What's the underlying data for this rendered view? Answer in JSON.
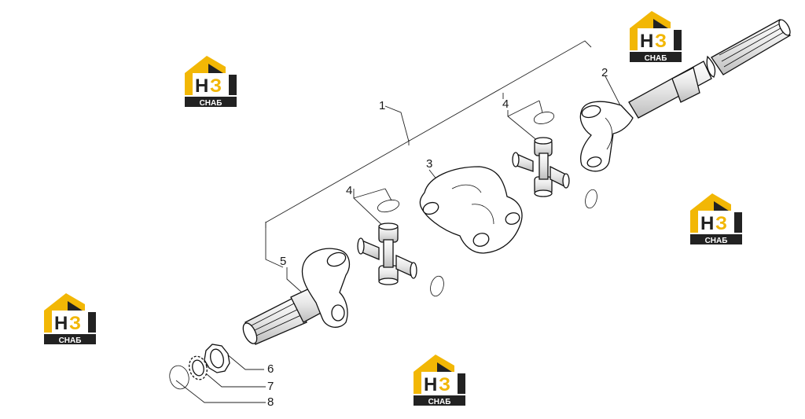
{
  "callouts": [
    {
      "id": "c1",
      "label": "1"
    },
    {
      "id": "c2",
      "label": "2"
    },
    {
      "id": "c3",
      "label": "3"
    },
    {
      "id": "c4a",
      "label": "4"
    },
    {
      "id": "c4b",
      "label": "4"
    },
    {
      "id": "c5",
      "label": "5"
    },
    {
      "id": "c6",
      "label": "6"
    },
    {
      "id": "c7",
      "label": "7"
    },
    {
      "id": "c8",
      "label": "8"
    }
  ],
  "watermark": {
    "letters": "НЗ",
    "caption": "СНАБ",
    "colors": {
      "roof": "#f2b705",
      "dark": "#222222",
      "white": "#ffffff"
    }
  },
  "colors": {
    "line": "#222222",
    "part_fill": "#ffffff",
    "metal": "#d9d9d9"
  }
}
